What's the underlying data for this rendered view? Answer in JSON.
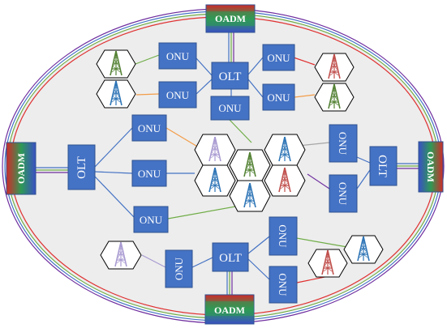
{
  "diagram": {
    "nodes": {
      "oadm_top": "OADM",
      "oadm_left": "OADM",
      "oadm_right": "OADM",
      "oadm_bottom": "OADM",
      "olt_top": "OLT",
      "olt_left": "OLT",
      "olt_right": "OLT",
      "olt_bottom": "OLT",
      "onu_top_left_upper": "ONU",
      "onu_top_left_lower": "ONU",
      "onu_top_center": "ONU",
      "onu_top_right_upper": "ONU",
      "onu_top_right_lower": "ONU",
      "onu_left_upper": "ONU",
      "onu_left_middle": "ONU",
      "onu_left_lower": "ONU",
      "onu_right_upper": "ONU",
      "onu_right_lower": "ONU",
      "onu_bottom_left": "ONU",
      "onu_bottom_right_upper": "ONU",
      "onu_bottom_right_lower": "ONU"
    },
    "colors": {
      "box_fill": "#4472C4",
      "box_stroke": "#2F528F",
      "ring_green": "#70AD47",
      "ring_purple": "#7030A0",
      "ring_red": "#E03030",
      "ring_blue": "#4472C4",
      "background": "#EDEDED",
      "tower_green": "#548235",
      "tower_blue": "#2E75B6",
      "tower_red": "#C0504D",
      "tower_purple": "#A99BD1",
      "tower_orange": "#F39C48",
      "tower_gray": "#A6A6A6"
    }
  }
}
